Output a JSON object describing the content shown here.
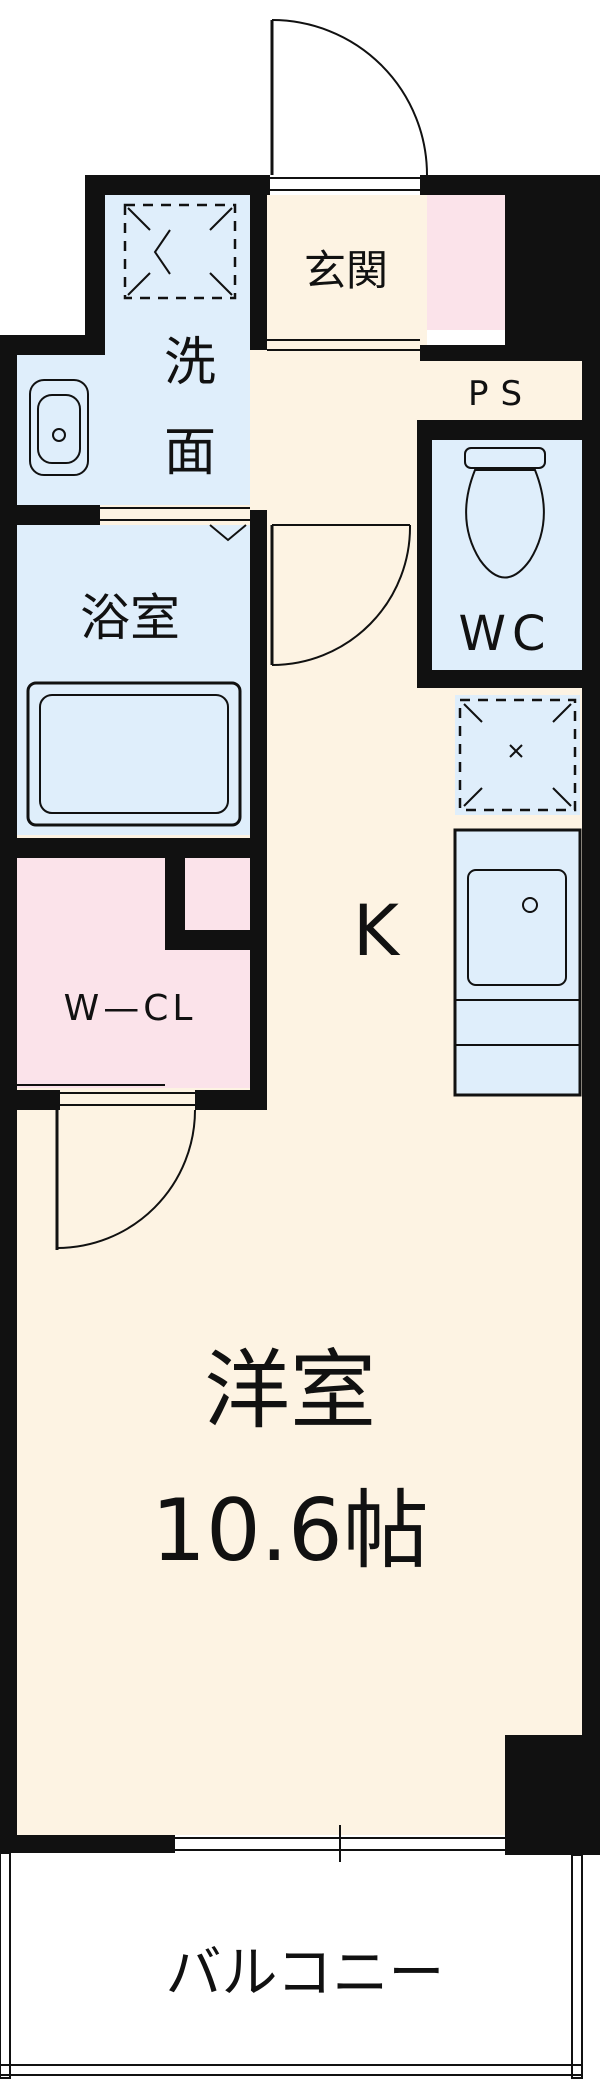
{
  "floor_plan": {
    "rooms": {
      "entrance": "玄関",
      "washroom_line1": "洗",
      "washroom_line2": "面",
      "bath": "浴室",
      "pipe_space": "PS",
      "toilet": "WC",
      "kitchen": "K",
      "closet": "W—CL",
      "western_room": "洋室",
      "western_room_size": "10.6帖",
      "balcony": "バルコニー"
    },
    "colors": {
      "wall": "#111111",
      "floor_beige": "#fdf3e3",
      "wet_area_blue": "#dfeefb",
      "accent_pink": "#fbe3ea"
    }
  }
}
